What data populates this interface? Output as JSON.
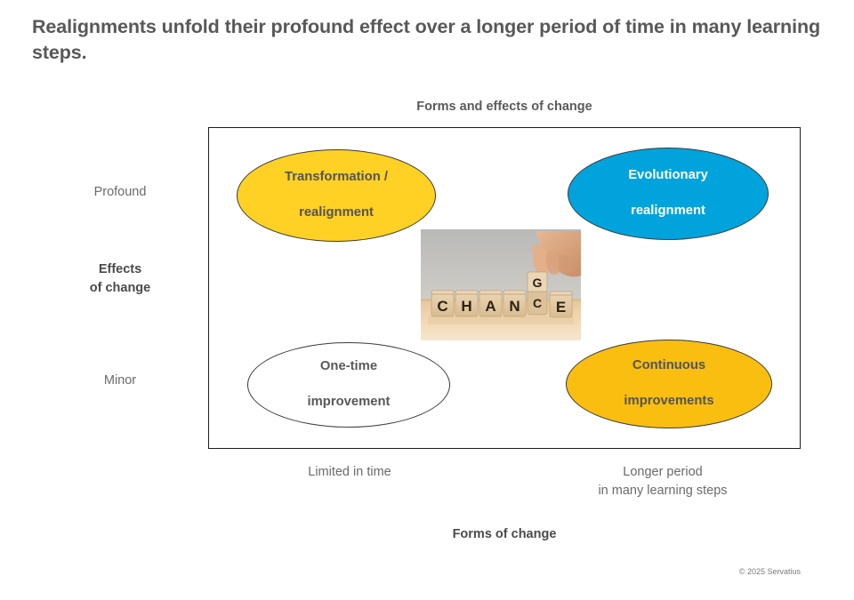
{
  "slide": {
    "title": "Realignments unfold their profound effect over a longer period of time in many learning steps.",
    "copyright": "© 2025 Servatius"
  },
  "chart_data": {
    "type": "scatter",
    "title": "Forms and effects of change",
    "xlabel": "Forms of change",
    "ylabel": "Effects of change",
    "x_ticks": [
      "Limited in time",
      "Longer period\nin many learning steps"
    ],
    "y_ticks": [
      "Profound",
      "Minor"
    ],
    "grid": false,
    "legend": "none",
    "quadrants": [
      {
        "label": "Transformation / realignment",
        "x_category": "Limited in time",
        "y_category": "Profound",
        "fill": "#FFD124",
        "text_color": "#545454",
        "shape": "ellipse"
      },
      {
        "label": "Evolutionary realignment",
        "x_category": "Longer period in many learning steps",
        "y_category": "Profound",
        "fill": "#00A3DC",
        "text_color": "#FFFFFF",
        "shape": "ellipse"
      },
      {
        "label": "One-time improvement",
        "x_category": "Limited in time",
        "y_category": "Minor",
        "fill": "#FFFFFF",
        "text_color": "#585858",
        "shape": "ellipse"
      },
      {
        "label": "Continuous improvements",
        "x_category": "Longer period in many learning steps",
        "y_category": "Minor",
        "fill": "#F9BE10",
        "text_color": "#545454",
        "shape": "ellipse"
      }
    ]
  },
  "matrix": {
    "title": "Forms and effects of change",
    "y_axis": {
      "title_line1": "Effects",
      "title_line2": "of change",
      "top_label": "Profound",
      "bottom_label": "Minor"
    },
    "x_axis": {
      "title": "Forms of change",
      "left_label": "Limited in time",
      "right_label_line1": "Longer period",
      "right_label_line2": "in many learning steps"
    },
    "cells": {
      "top_left": {
        "line1": "Transformation /",
        "line2": "realignment"
      },
      "top_right": {
        "line1": "Evolutionary",
        "line2": "realignment"
      },
      "bottom_left": {
        "line1": "One-time",
        "line2": "improvement"
      },
      "bottom_right": {
        "line1": "Continuous",
        "line2": "improvements"
      }
    }
  },
  "photo": {
    "alt": "Hand flipping a wooden block to change the word CHANCE into CHANGE",
    "blocks": [
      "C",
      "H",
      "A",
      "N",
      "E"
    ],
    "flip_block_top": "G",
    "flip_block_front": "C"
  },
  "colors": {
    "yellow": "#FFD124",
    "gold": "#F9BE10",
    "blue": "#00A3DC",
    "text_gray": "#595959",
    "frame": "#1d1d1d"
  }
}
